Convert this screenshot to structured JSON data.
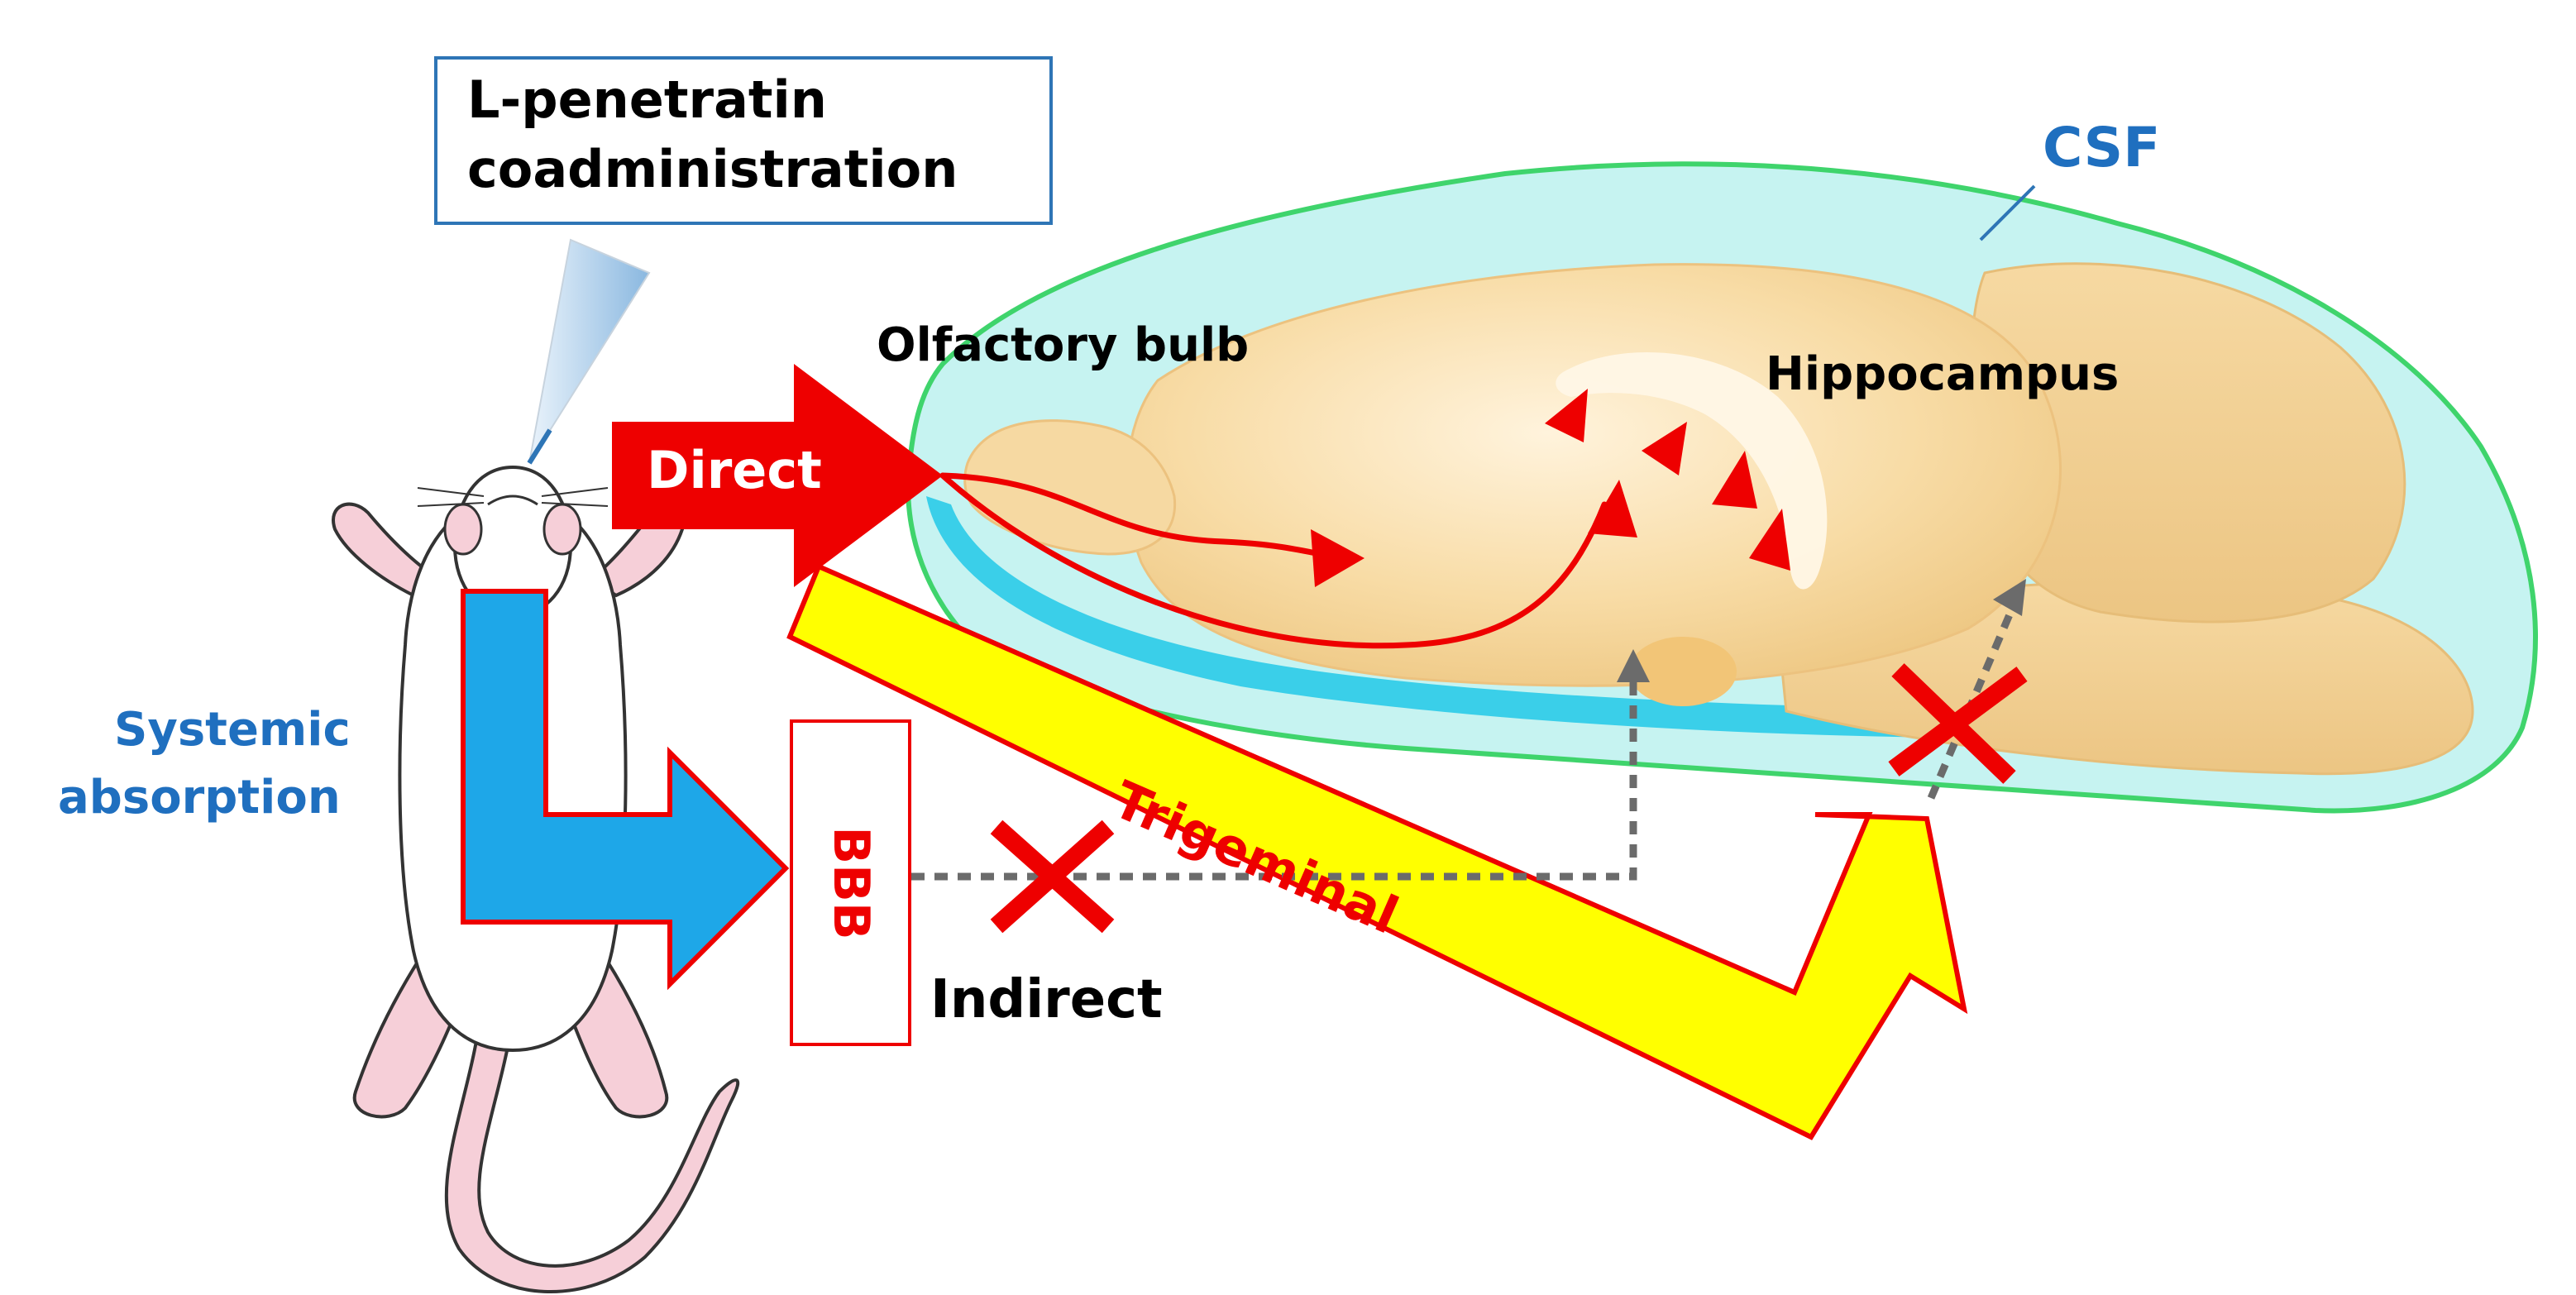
{
  "labels": {
    "admin_line1": "L-penetratin",
    "admin_line2": "coadministration",
    "csf": "CSF",
    "olfactory_bulb": "Olfactory bulb",
    "hippocampus": "Hippocampus",
    "direct": "Direct",
    "systemic_line1": "Systemic",
    "systemic_line2": "absorption",
    "bbb": "BBB",
    "indirect": "Indirect",
    "trigeminal": "Trigeminal"
  },
  "colors": {
    "blue_label": "#1f6fbf",
    "red": "#ee0000",
    "yellow": "#ffff00",
    "systemic_arrow": "#1ea7e8",
    "brain": "#f8dca6",
    "csf_layer": "#c6f3f1",
    "csf_border": "#3fd46c",
    "dotted_path": "#6b6b6b"
  }
}
